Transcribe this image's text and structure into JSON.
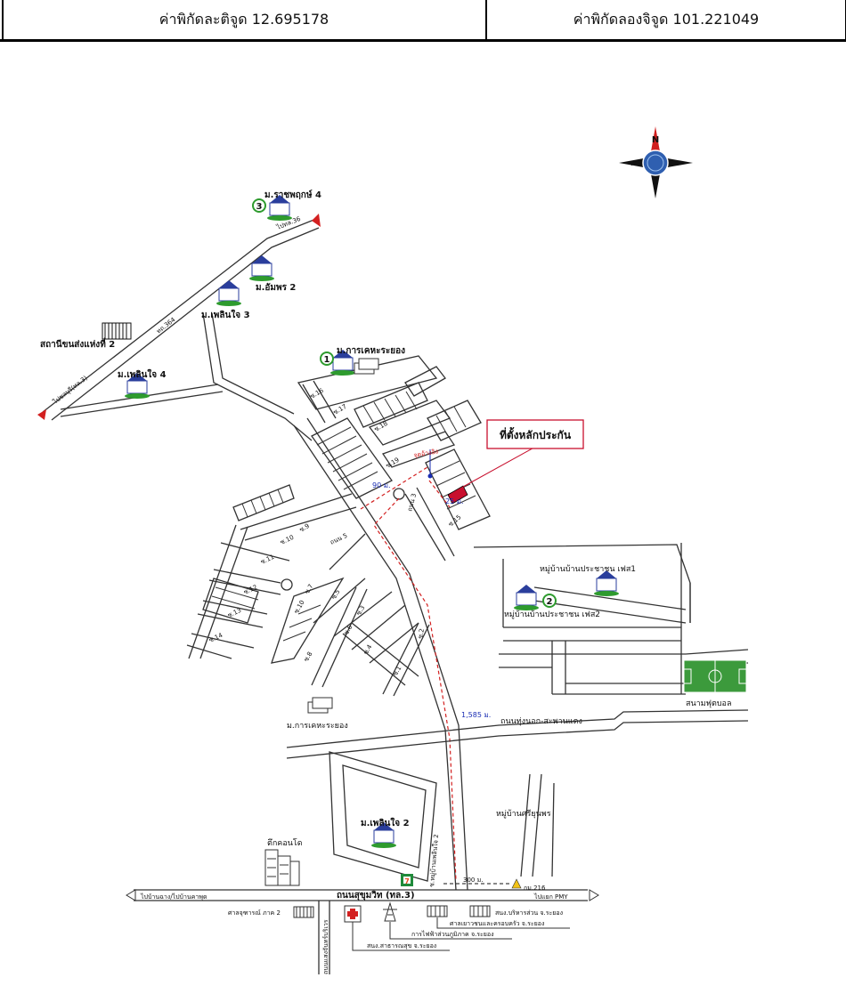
{
  "header": {
    "latitude_text": "ค่าพิกัดละติจูด 12.695178",
    "longitude_text": "ค่าพิกัดลองจิจูด 101.221049"
  },
  "compass": {
    "n": "N",
    "s": "S",
    "e": "E",
    "w": "W"
  },
  "callout": {
    "title": "ที่ตั้งหลักประกัน"
  },
  "labels": {
    "m_rachaphruek4": "ม.ราชพฤกษ์ 4",
    "road36_ne": "ไปทล.36",
    "m_amporn2": "ม.อัมพร 2",
    "m_ploenjai3": "ม.เพลินใจ 3",
    "station2": "สถานีขนส่งแห่งที่ 2",
    "road364": "ทถ.364",
    "road36_sw": "ไปชลบุรี(ทล.3)",
    "m_ploenjai4": "ม.เพลินใจ 4",
    "m_karnkheha1": "ม.การเคหะระยอง",
    "soi16": "ซ.16",
    "soi17": "ซ.17",
    "soi18": "ซ.18",
    "soi19": "ซ.19",
    "soi15": "ซ.15",
    "dist90": "90 ม.",
    "dist25": "25 ม.",
    "refpoint": "จุดอ้างอิง",
    "road3": "ถนน 3",
    "road5": "ถนน 5",
    "soi9": "ซ.9",
    "soi10a": "ซ.10",
    "soi11": "ซ.11",
    "soi12": "ซ.12",
    "soi13": "ซ.13",
    "soi14": "ซ.14",
    "soi7": "ซ.7",
    "soi10b": "ซ.10",
    "soi5": "ซ.5",
    "soi6": "ซ.6",
    "soi3": "ซ.3",
    "soi4": "ซ.4",
    "soi8": "ซ.8",
    "soi1": "ซ.1",
    "soi2": "ซ.2",
    "village_prachachon1": "หมู่บ้านบ้านประชาชน เฟส1",
    "village_prachachon2": "หมู่บ้านบ้านประชาชน เฟส2",
    "football": "สนามฟุตบอล",
    "m_karnkheha2": "ม.การเคหะระยอง",
    "dist1585": "1,585 ม.",
    "road_nongnok": "ถนนทุ่งนอก-สะพานแดง",
    "village_sriyunporn": "หมู่บ้านศรียุนพร",
    "m_ploenjai2": "ม.เพลินใจ 2",
    "tower": "ตึกคอนโด",
    "soi_ploenjai2": "ซ.หมู่บ้านเพลินใจ 2",
    "dist300": "300 ม.",
    "km216": "กม.216",
    "to_bankhai": "ไปบ้านฉาง/ไปบ้านคาพุด",
    "to_pmy": "ไปแยก PMY",
    "road_sukhumvit": "ถนนสุขุมวิท (ทล.3)",
    "court": "ศาลจุฑารณ์ ภาค 2",
    "road_saengchan": "ถนนแสงจันทร์บริเวร",
    "office_district": "สนง.บริหารส่วน จ.ระยอง",
    "youth_court": "ศาลเยาวชนและครอบครัว จ.ระยอง",
    "electric": "การไฟฟ้าส่วนภูมิภาค จ.ระยอง",
    "health": "สนง.สาธารณสุข จ.ระยอง"
  },
  "markers": {
    "m1": "1",
    "m2": "2",
    "m3": "3",
    "seven": "7"
  },
  "colors": {
    "route": "#d32020",
    "property": "#c8102e",
    "marker_green": "#2e9b2e",
    "field": "#3c9a3c",
    "blue_text": "#1a2db3"
  }
}
